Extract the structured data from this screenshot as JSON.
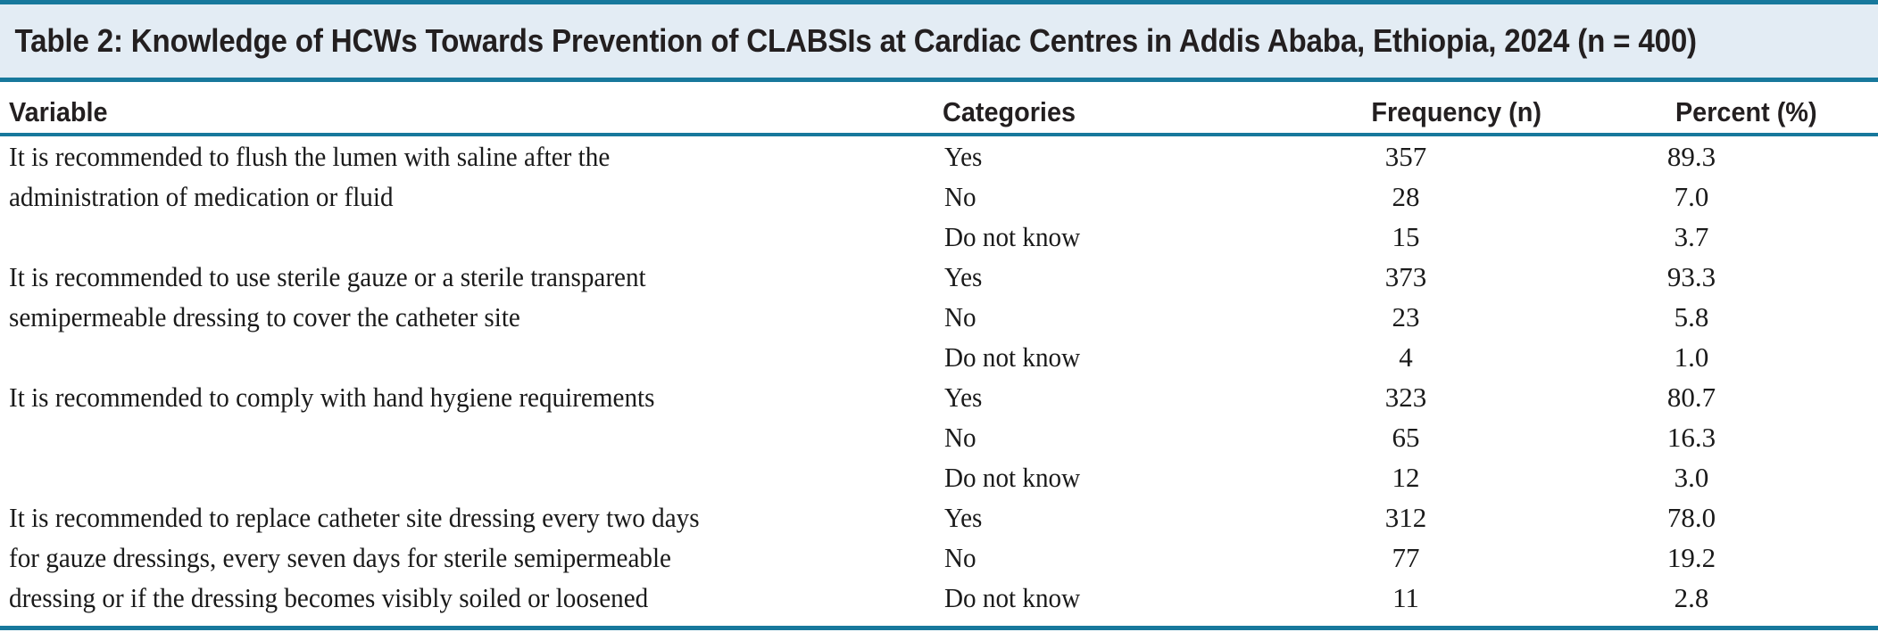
{
  "figure": {
    "caption": "Table 2:  Knowledge of HCWs Towards Prevention of CLABSIs at Cardiac Centres in Addis Ababa, Ethiopia, 2024 (n = 400)",
    "accent_color": "#17789c",
    "title_band_color": "#e3ecf4",
    "text_color": "#231f20"
  },
  "columns": {
    "variable": "Variable",
    "categories": "Categories",
    "frequency": "Frequency (n)",
    "percent": "Percent (%)"
  },
  "chart_data": {
    "type": "table",
    "title": "Table 2:  Knowledge of HCWs Towards Prevention of CLABSIs at Cardiac Centres in Addis Ababa, Ethiopia, 2024 (n = 400)",
    "columns": [
      "Variable",
      "Categories",
      "Frequency (n)",
      "Percent (%)"
    ],
    "total_n": 400,
    "rows": [
      [
        "It is recommended to flush the lumen with saline after the administration of medication or fluid",
        "Yes",
        357,
        89.3
      ],
      [
        "It is recommended to flush the lumen with saline after the administration of medication or fluid",
        "No",
        28,
        7.0
      ],
      [
        "It is recommended to flush the lumen with saline after the administration of medication or fluid",
        "Do not know",
        15,
        3.7
      ],
      [
        "It is recommended to use sterile gauze or a sterile transparent semipermeable dressing to cover the catheter site",
        "Yes",
        373,
        93.3
      ],
      [
        "It is recommended to use sterile gauze or a sterile transparent semipermeable dressing to cover the catheter site",
        "No",
        23,
        5.8
      ],
      [
        "It is recommended to use sterile gauze or a sterile transparent semipermeable dressing to cover the catheter site",
        "Do not know",
        4,
        1.0
      ],
      [
        "It is recommended to comply with hand hygiene requirements",
        "Yes",
        323,
        80.7
      ],
      [
        "It is recommended to comply with hand hygiene requirements",
        "No",
        65,
        16.3
      ],
      [
        "It is recommended to comply with hand hygiene requirements",
        "Do not know",
        12,
        3.0
      ],
      [
        "It is recommended to replace catheter site dressing every two days for gauze dressings, every seven days for sterile semipermeable dressing or if the dressing becomes visibly soiled or loosened",
        "Yes",
        312,
        78.0
      ],
      [
        "It is recommended to replace catheter site dressing every two days for gauze dressings, every seven days for sterile semipermeable dressing or if the dressing becomes visibly soiled or loosened",
        "No",
        77,
        19.2
      ],
      [
        "It is recommended to replace catheter site dressing every two days for gauze dressings, every seven days for sterile semipermeable dressing or if the dressing becomes visibly soiled or loosened",
        "Do not know",
        11,
        2.8
      ]
    ]
  },
  "blocks": [
    {
      "stem_lines": [
        "It is recommended to flush the lumen with saline after the",
        "administration of medication or fluid"
      ],
      "categories": [
        {
          "label": "Yes",
          "frequency": "357",
          "percent": "89.3"
        },
        {
          "label": "No",
          "frequency": "28",
          "percent": "7.0"
        },
        {
          "label": "Do not know",
          "frequency": "15",
          "percent": "3.7"
        }
      ]
    },
    {
      "stem_lines": [
        "It is recommended to use sterile gauze or a sterile transparent",
        "semipermeable dressing to cover the catheter site"
      ],
      "categories": [
        {
          "label": "Yes",
          "frequency": "373",
          "percent": "93.3"
        },
        {
          "label": "No",
          "frequency": "23",
          "percent": "5.8"
        },
        {
          "label": "Do not know",
          "frequency": "4",
          "percent": "1.0"
        }
      ]
    },
    {
      "stem_lines": [
        "It is recommended to comply with hand hygiene requirements"
      ],
      "categories": [
        {
          "label": "Yes",
          "frequency": "323",
          "percent": "80.7"
        },
        {
          "label": "No",
          "frequency": "65",
          "percent": "16.3"
        },
        {
          "label": "Do not know",
          "frequency": "12",
          "percent": "3.0"
        }
      ]
    },
    {
      "stem_lines": [
        "It is recommended to replace catheter site dressing every two days",
        "for gauze dressings, every seven days for sterile semipermeable",
        "dressing or if the dressing becomes visibly soiled or loosened"
      ],
      "categories": [
        {
          "label": "Yes",
          "frequency": "312",
          "percent": "78.0"
        },
        {
          "label": "No",
          "frequency": "77",
          "percent": "19.2"
        },
        {
          "label": "Do not know",
          "frequency": "11",
          "percent": "2.8"
        }
      ]
    }
  ]
}
